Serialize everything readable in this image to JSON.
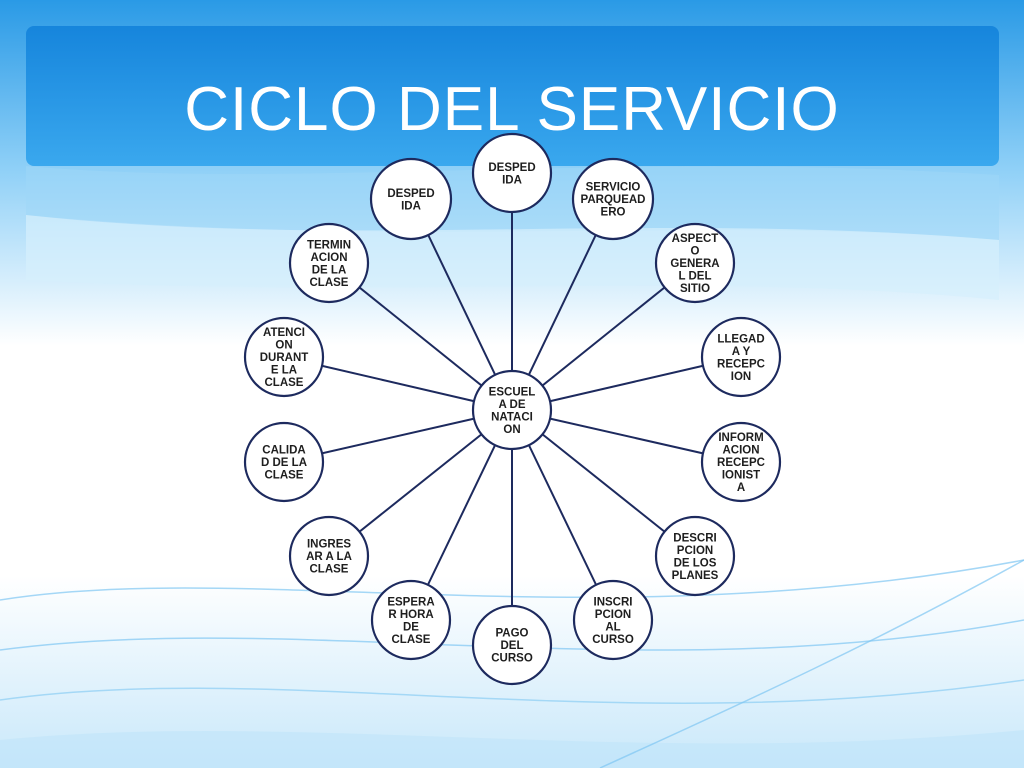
{
  "slide": {
    "title": "CICLO DEL SERVICIO",
    "colors": {
      "title_bar": "#1a8ee3",
      "title_text": "#ffffff",
      "node_fill": "#ffffff",
      "node_stroke": "#1d2a5e",
      "connector": "#1d2a5e"
    }
  },
  "diagram": {
    "center": {
      "label": "ESCUEL\nA DE\nNATACI\nON"
    },
    "nodes": [
      {
        "id": "despedida-top",
        "label": "DESPED\nIDA"
      },
      {
        "id": "servicio-parqueadero",
        "label": "SERVICIO\nPARQUEAD\nERO"
      },
      {
        "id": "aspecto-general",
        "label": "ASPECT\nO\nGENERA\nL DEL\nSITIO"
      },
      {
        "id": "llegada-recepcion",
        "label": "LLEGAD\nA  Y\nRECEPC\nION"
      },
      {
        "id": "informacion-recepcionista",
        "label": "INFORM\nACION\nRECEPC\nIONIST\nA"
      },
      {
        "id": "descripcion-planes",
        "label": "DESCRI\nPCION\nDE LOS\nPLANES"
      },
      {
        "id": "inscripcion-curso",
        "label": "INSCRI\nPCION\nAL\nCURSO"
      },
      {
        "id": "pago-curso",
        "label": "PAGO\nDEL\nCURSO"
      },
      {
        "id": "espera-hora",
        "label": "ESPERA\nR HORA\nDE\nCLASE"
      },
      {
        "id": "ingresar-clase",
        "label": "INGRES\nAR A LA\nCLASE"
      },
      {
        "id": "calidad-clase",
        "label": "CALIDA\nD DE LA\nCLASE"
      },
      {
        "id": "atencion-clase",
        "label": "ATENCI\nON\nDURANT\nE LA\nCLASE"
      },
      {
        "id": "terminacion-clase",
        "label": "TERMIN\nACION\nDE LA\nCLASE"
      },
      {
        "id": "despedida-left",
        "label": "DESPED\nIDA"
      }
    ]
  }
}
